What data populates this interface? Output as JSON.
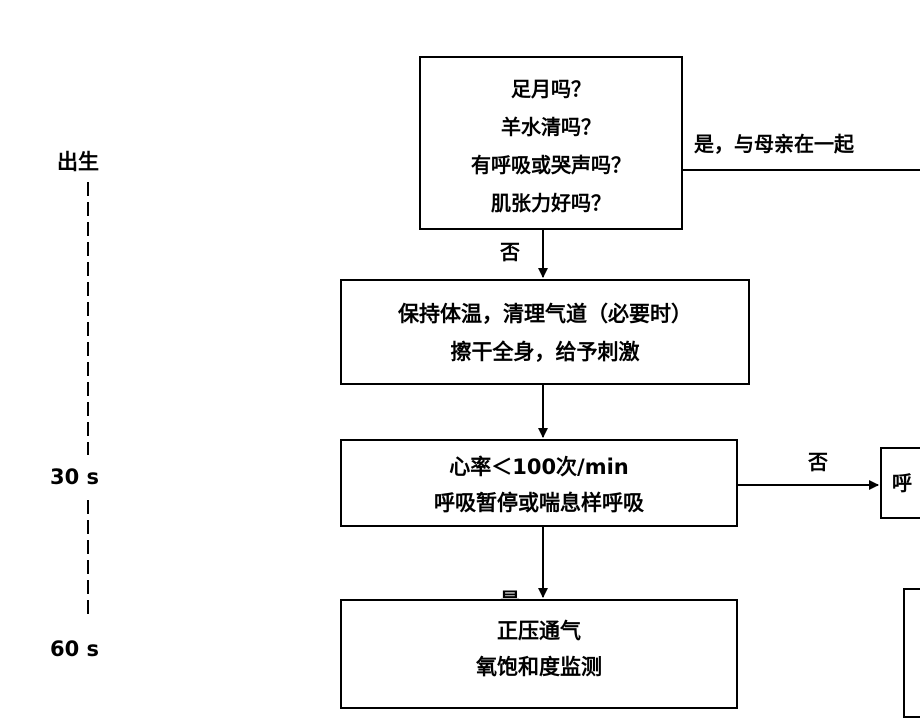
{
  "timeline": {
    "birth_label": "出生",
    "t30_label": "30 s",
    "t60_label": "60 s"
  },
  "nodes": {
    "assessment": {
      "lines": [
        "足月吗？",
        "羊水清吗？",
        "有呼吸或哭声吗？",
        "肌张力好吗？"
      ]
    },
    "initial_steps": {
      "lines": [
        "保持体温，清理气道（必要时）",
        "擦干全身，给予刺激"
      ]
    },
    "hr_check": {
      "lines": [
        "心率＜100次/min",
        "呼吸暂停或喘息样呼吸"
      ]
    },
    "ppv": {
      "lines": [
        "正压通气",
        "氧饱和度监测"
      ]
    },
    "right_partial": {
      "text": "呼"
    }
  },
  "edges": {
    "assessment_yes": "是，与母亲在一起",
    "assessment_no": "否",
    "hr_no": "否",
    "hr_yes": "是"
  }
}
